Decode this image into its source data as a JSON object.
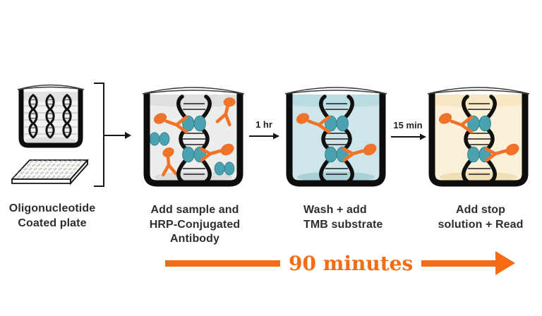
{
  "page": {
    "background": "#ffffff"
  },
  "diagram": {
    "steps": [
      {
        "id": "coated-plate",
        "label_line1": "Oligonucleotide",
        "label_line2": "Coated plate"
      },
      {
        "id": "add-sample",
        "label_line1": "Add sample and",
        "label_line2": "HRP-Conjugated Antibody"
      },
      {
        "id": "wash-tmb",
        "label_line1": "Wash + add",
        "label_line2": "TMB substrate"
      },
      {
        "id": "stop-read",
        "label_line1": "Add stop",
        "label_line2": "solution + Read"
      }
    ],
    "step_arrows": [
      {
        "label": "1 hr"
      },
      {
        "label": "15 min"
      }
    ],
    "timeline": {
      "label": "90 minutes"
    }
  },
  "icons": {
    "coated_well": "open well containing three DNA double helices",
    "microplate": "96-well plate drawn in perspective",
    "transfer_bracket": "square bracket with right-pointing arrow",
    "dna_helix": "black DNA double helix with rungs",
    "analyte": "teal paired-oval analyte bound at helix crossings",
    "hrp_antibody": "orange Y-shaped HRP-conjugated antibody with blob",
    "arrow_right": "small black right arrow",
    "timeline_arrow": "thick orange right arrow"
  },
  "colors": {
    "orange": "#F1732A",
    "orange_deep": "#F56C12",
    "teal": "#4AA1AF",
    "teal_edge": "#38838F",
    "ink": "#0D0D0D",
    "label_text": "#2E2E2E",
    "sample_fill": "#EDEDEB",
    "sample_band": "#DFDFDD",
    "sample_shade": "#DCDCDA",
    "tmb_fill": "#CEE6E9",
    "tmb_band": "#B9DCE0",
    "tmb_shade": "#A9D0D7",
    "stop_fill": "#FBF0D8",
    "stop_band": "#F8E7C2",
    "stop_shade": "#F3DFB4"
  }
}
